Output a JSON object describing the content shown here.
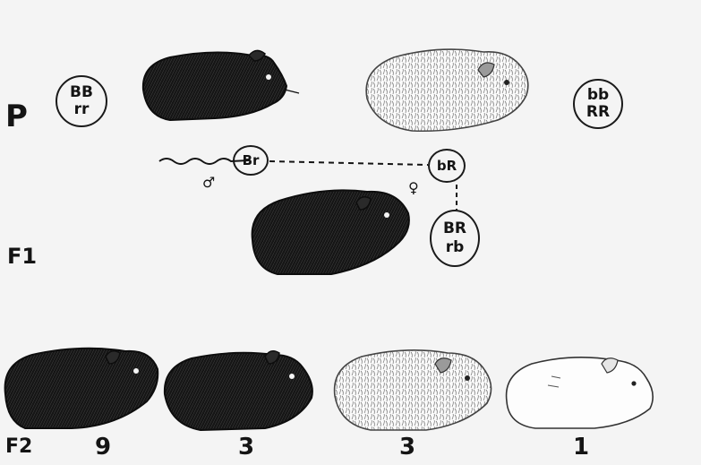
{
  "generations": {
    "p": "P",
    "f1": "F1",
    "f2": "F2"
  },
  "parents": {
    "left_genotype": [
      "BB",
      "rr"
    ],
    "right_genotype": [
      "bb",
      "RR"
    ],
    "left_animal": "black-smooth-guinea-pig",
    "right_animal": "white-rough-guinea-pig"
  },
  "gametes": {
    "male_symbol": "♂",
    "female_symbol": "♀",
    "male_gamete": "Br",
    "female_gamete": "bR"
  },
  "f1": {
    "genotype": [
      "BR",
      "rb"
    ],
    "animal": "black-rough-guinea-pig"
  },
  "f2": {
    "counts": [
      "9",
      "3",
      "3",
      "1"
    ],
    "animals": [
      "black-rough-guinea-pig",
      "black-smooth-guinea-pig",
      "white-rough-guinea-pig",
      "white-smooth-guinea-pig"
    ]
  },
  "colors": {
    "ink": "#141414",
    "background": "#f4f4f4",
    "white_fur": "#fbfbfb"
  }
}
